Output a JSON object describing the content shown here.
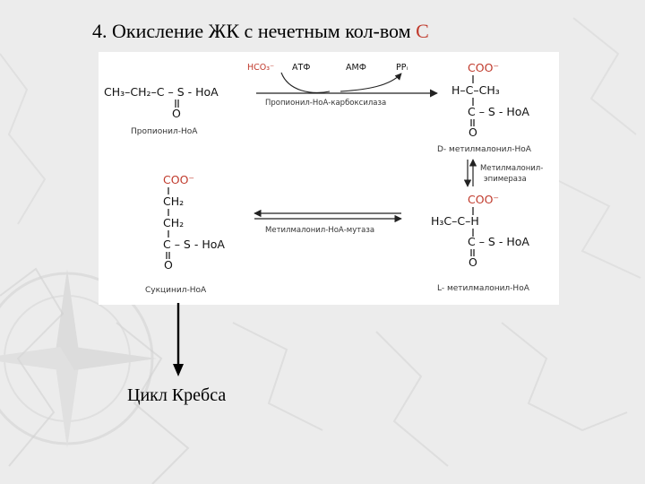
{
  "slide": {
    "title_prefix": "4. Окисление ЖК с нечетным кол-вом ",
    "title_accent": "С",
    "accent_color": "#c0392b"
  },
  "scheme": {
    "propionyl": {
      "formula": "CH₃–CH₂–C – S - HoA",
      "carbonyl_o": "O",
      "name": "Пропионил-НоА"
    },
    "step1": {
      "hco3": "HCO₃⁻",
      "atf": "АТФ",
      "amf": "АМФ",
      "ppi": "PPᵢ",
      "enzyme": "Пропионил-НоА-карбоксилаза"
    },
    "d_methylmalonyl": {
      "coo": "COO⁻",
      "row": "H–C–CH₃",
      "thioester": "C – S - HoA",
      "carbonyl_o": "O",
      "name": "D- метилмалонил-НоА"
    },
    "step2": {
      "enzyme_line1": "Метилмалонил-",
      "enzyme_line2": "эпимераза"
    },
    "l_methylmalonyl": {
      "coo": "COO⁻",
      "row": "H₃C–C–H",
      "thioester": "C – S - HoA",
      "carbonyl_o": "O",
      "name": "L- метилмалонил-НоА"
    },
    "step3": {
      "enzyme": "Метилмалонил-НоА-мутаза"
    },
    "succinyl": {
      "coo": "COO⁻",
      "ch2_a": "CH₂",
      "ch2_b": "CH₂",
      "thioester": "C – S - HoA",
      "carbonyl_o": "O",
      "name": "Сукцинил-НоА"
    }
  },
  "outcome": {
    "label": "Цикл Кребса"
  }
}
